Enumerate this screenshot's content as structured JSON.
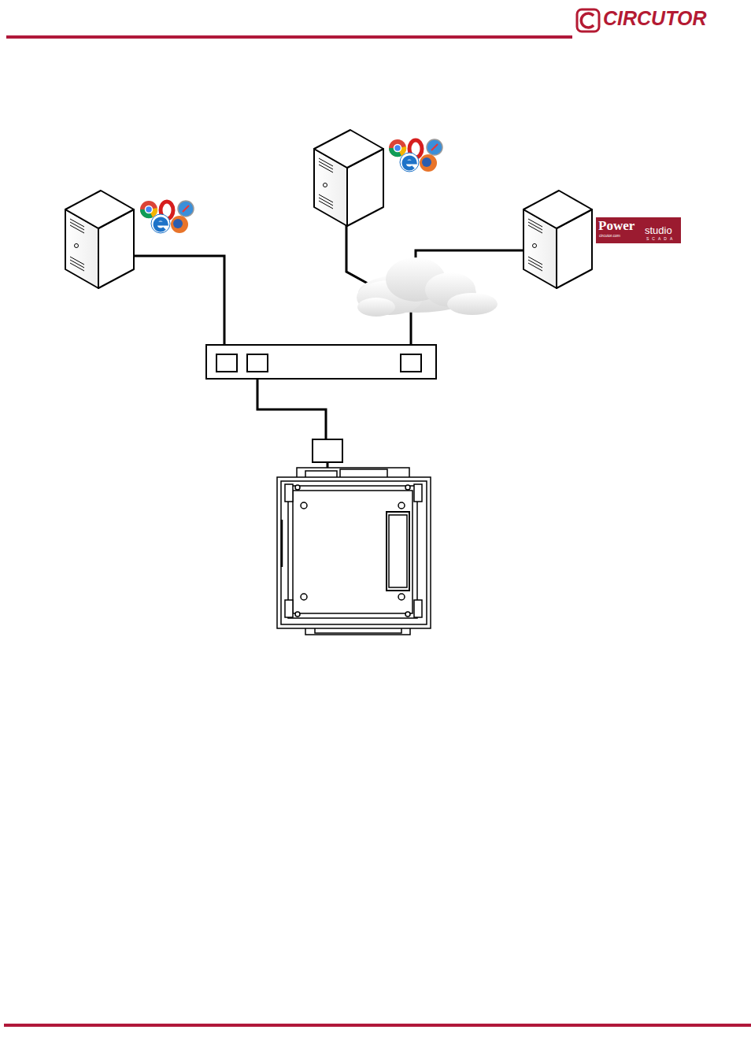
{
  "diagram": {
    "nodes": [
      {
        "text": [
          "Power",
          "studio",
          "circutor.com",
          "SCADA"
        ]
      }
    ],
    "labels": [
      "CIRCUTOR"
    ]
  }
}
